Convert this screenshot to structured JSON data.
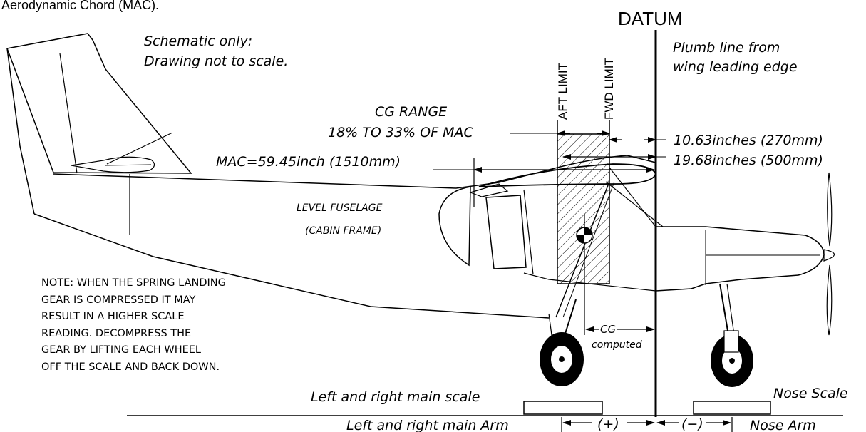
{
  "header": {
    "top_caption": "Aerodynamic Chord (MAC).",
    "datum": "DATUM"
  },
  "labels": {
    "schematic_1": "Schematic only:",
    "schematic_2": "Drawing not to scale.",
    "plumb_1": "Plumb line from",
    "plumb_2": "wing leading edge",
    "aft_limit": "AFT LIMIT",
    "fwd_limit": "FWD LIMIT",
    "cg_range_1": "CG RANGE",
    "cg_range_2": "18% TO 33% OF MAC",
    "dim_1": "10.63inches (270mm)",
    "dim_2": "19.68inches (500mm)",
    "mac": "MAC=59.45inch (1510mm)",
    "level_1": "LEVEL FUSELAGE",
    "level_2": "(CABIN FRAME)",
    "cg": "CG",
    "computed": "computed",
    "main_scale": "Left and right main scale",
    "nose_scale": "Nose Scale",
    "main_arm": "Left and right main Arm",
    "plus": "(+)",
    "minus": "(−)",
    "nose_arm": "Nose Arm"
  },
  "note": {
    "lines": [
      "NOTE: WHEN THE SPRING LANDING",
      "GEAR IS COMPRESSED IT MAY",
      "RESULT IN A HIGHER SCALE",
      "READING. DECOMPRESS THE",
      "GEAR BY LIFTING EACH WHEEL",
      "OFF THE SCALE AND BACK DOWN."
    ]
  }
}
